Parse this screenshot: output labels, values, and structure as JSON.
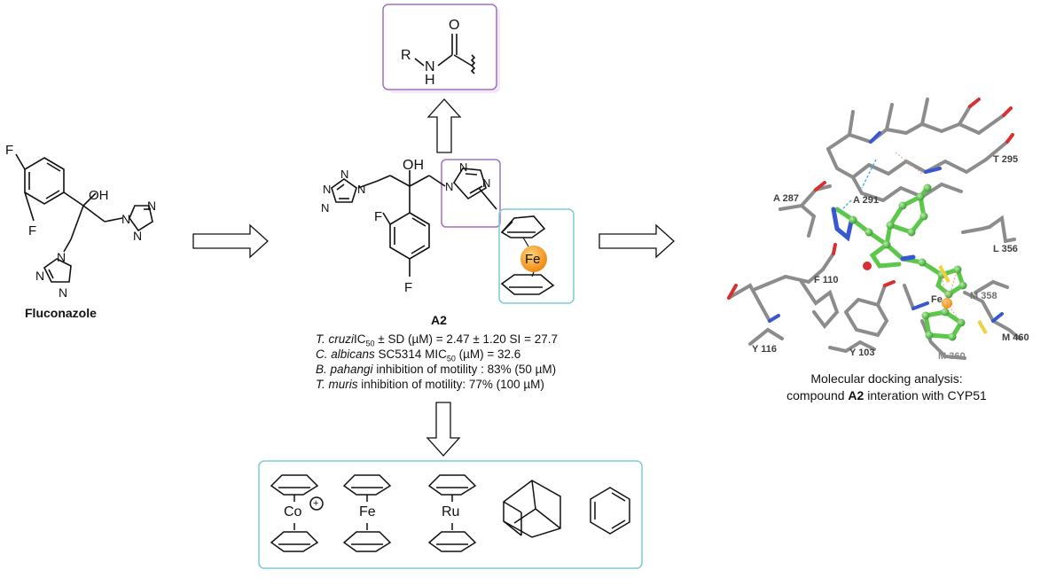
{
  "fluconazole": {
    "name": "Fluconazole",
    "atoms": {
      "F_top": "F",
      "F_left": "F",
      "OH": "OH",
      "N1": "N",
      "N2": "N",
      "N3": "N",
      "N4": "N",
      "N5": "N",
      "N6": "N"
    }
  },
  "amide": {
    "R": "R",
    "N": "N",
    "H": "H",
    "O": "O"
  },
  "a2": {
    "name": "A2",
    "atoms": {
      "OH": "OH",
      "F1": "F",
      "F2": "F",
      "Fe": "Fe",
      "N": "N"
    },
    "properties": [
      {
        "species": "T. cruzi",
        "pre": "IC",
        "sub": "50",
        "post": " ± SD (µM) = 2.47 ± 1.20 SI = 27.7"
      },
      {
        "species": "C. albicans",
        "pre": " SC5314 MIC",
        "sub": "50",
        "post": " (µM) = 32.6"
      },
      {
        "species": "B. pahangi",
        "pre": " inhibition of motility : 83% (50 µM)",
        "sub": "",
        "post": ""
      },
      {
        "species": "T. muris",
        "pre": " inhibition of motility: 77% (100 µM)",
        "sub": "",
        "post": ""
      }
    ]
  },
  "replacements": {
    "co": "Co",
    "co_charge": "+",
    "fe": "Fe",
    "ru": "Ru"
  },
  "docking": {
    "caption_line1": "Molecular docking analysis:",
    "caption_pre": "compound ",
    "caption_bold": "A2",
    "caption_post": " interation with CYP51",
    "residues": [
      "T 295",
      "A 287",
      "A 291",
      "L 356",
      "F 110",
      "M 358",
      "Y 116",
      "Y 103",
      "M 360",
      "M 460"
    ],
    "fe_label": "Fe"
  },
  "colors": {
    "purple_box": "#a070c0",
    "blue_box": "#7ec8d8",
    "ferrocene_orange": "#f5a030",
    "ligand_green": "#5cc84a",
    "protein_grey": "#8c8c8c"
  }
}
